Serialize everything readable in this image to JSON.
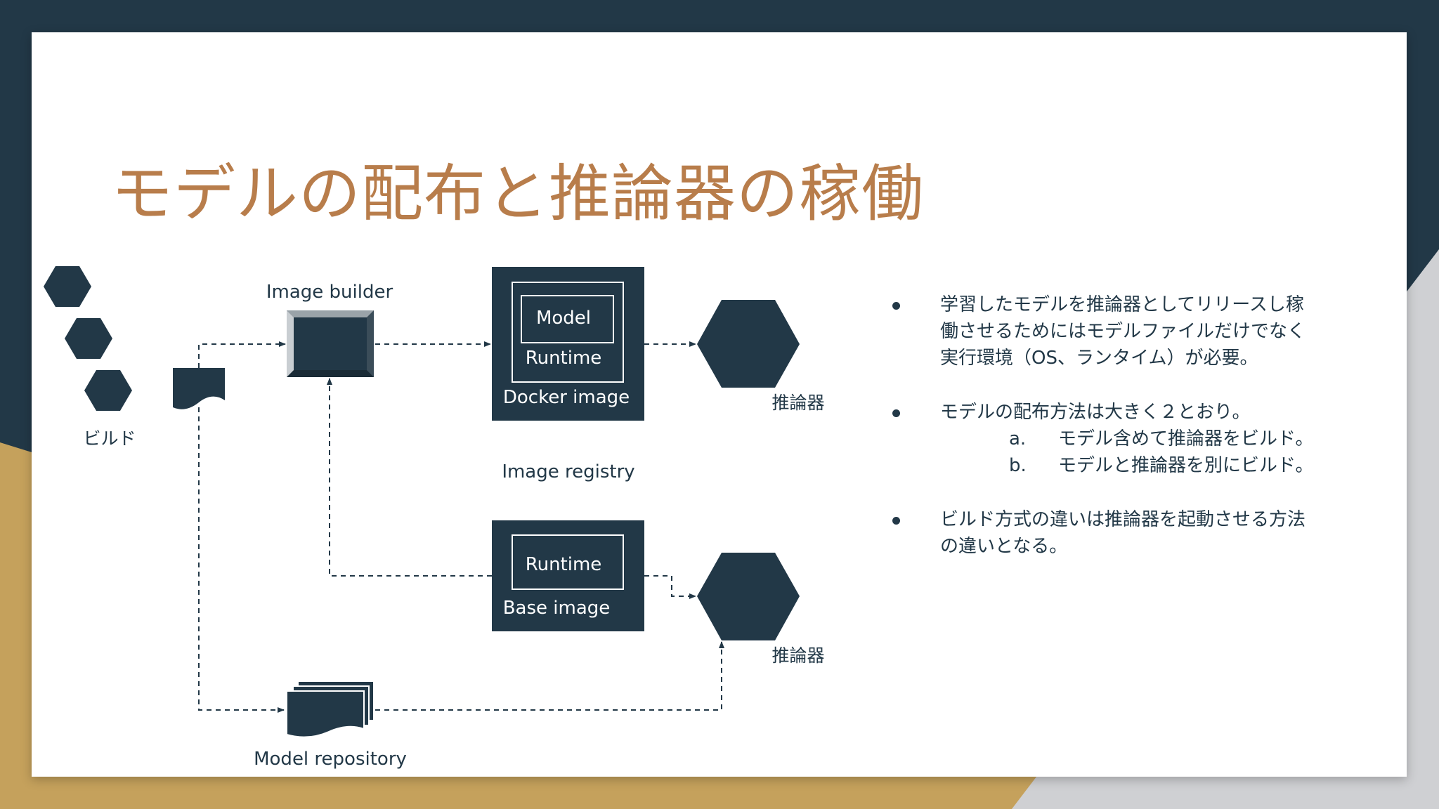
{
  "slide": {
    "title": "モデルの配布と推論器の稼働"
  },
  "colors": {
    "navy": "#223847",
    "gold": "#c5a15c",
    "title": "#b87d4b",
    "grey": "#cfd0d3"
  },
  "diagram": {
    "build_label": "ビルド",
    "image_builder_label": "Image builder",
    "docker_image": {
      "model_label": "Model",
      "runtime_label": "Runtime",
      "caption": "Docker image"
    },
    "image_registry_label": "Image registry",
    "base_image": {
      "runtime_label": "Runtime",
      "caption": "Base image"
    },
    "inference_top_label": "推論器",
    "inference_bottom_label": "推論器",
    "model_repository_label": "Model repository"
  },
  "bullets": [
    {
      "text": "学習したモデルを推論器としてリリースし稼働させるためにはモデルファイルだけでなく実行環境（OS、ランタイム）が必要。"
    },
    {
      "text": "モデルの配布方法は大きく２とおり。",
      "subitems": [
        {
          "marker": "a.",
          "text": "モデル含めて推論器をビルド。"
        },
        {
          "marker": "b.",
          "text": "モデルと推論器を別にビルド。"
        }
      ]
    },
    {
      "text": "ビルド方式の違いは推論器を起動させる方法の違いとなる。"
    }
  ]
}
